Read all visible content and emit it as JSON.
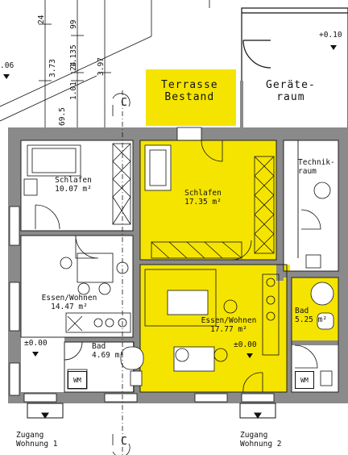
{
  "colors": {
    "highlight": "#f5e400",
    "wall": "#8a8a8a",
    "line": "#111111"
  },
  "terrace": {
    "line1": "Terrasse",
    "line2": "Bestand"
  },
  "shed": {
    "line1": "Geräte-",
    "line2": "raum"
  },
  "technik": {
    "line1": "Technik-",
    "line2": "raum"
  },
  "level_top": "+0.10",
  "level_left_top": ".06",
  "dimensions": {
    "d1": "24",
    "d2": "99",
    "d3": "24",
    "d4": "1.135",
    "d5": "3.73",
    "d6": "1.01",
    "d7": "3.97",
    "d8": "69.5"
  },
  "unit1": {
    "bedroom": {
      "name": "Schlafen",
      "area": "10.07 m²"
    },
    "living": {
      "name": "Essen/Wohnen",
      "area": "14.47 m²"
    },
    "bath": {
      "name": "Bad",
      "area": "4.69 m²"
    },
    "level": "±0.00",
    "wm": "WM",
    "entrance": {
      "line1": "Zugang",
      "line2": "Wohnung 1"
    }
  },
  "unit2": {
    "bedroom": {
      "name": "Schlafen",
      "area": "17.35 m²"
    },
    "living": {
      "name": "Essen/Wohnen",
      "area": "17.77 m²"
    },
    "bath": {
      "name": "Bad",
      "area": "5.25 m²"
    },
    "level": "±0.00",
    "wm": "WM",
    "entrance": {
      "line1": "Zugang",
      "line2": "Wohnung 2"
    }
  },
  "section_marker": "C"
}
